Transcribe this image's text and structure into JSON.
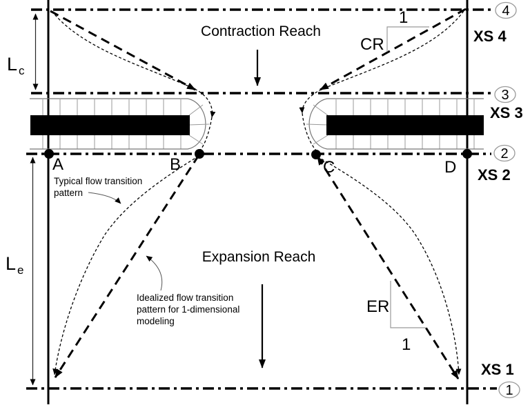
{
  "diagram": {
    "reaches": {
      "contraction": "Contraction Reach",
      "expansion": "Expansion Reach"
    },
    "dimensions": {
      "lc_main": "L",
      "lc_sub": "c",
      "le_main": "L",
      "le_sub": "e"
    },
    "ratios": {
      "cr_label": "CR",
      "cr_value": "1",
      "er_label": "ER",
      "er_value": "1"
    },
    "points": {
      "a": "A",
      "b": "B",
      "c": "C",
      "d": "D"
    },
    "cross_sections": [
      {
        "num": "4",
        "label": "XS 4"
      },
      {
        "num": "3",
        "label": "XS 3"
      },
      {
        "num": "2",
        "label": "XS 2"
      },
      {
        "num": "1",
        "label": "XS 1"
      }
    ],
    "annotations": {
      "typical": [
        "Typical flow transition",
        "pattern"
      ],
      "idealized": [
        "Idealized flow transition",
        "pattern for 1-dimensional",
        "modeling"
      ]
    },
    "colors": {
      "ink": "#000000",
      "hatch": "#999999"
    }
  }
}
